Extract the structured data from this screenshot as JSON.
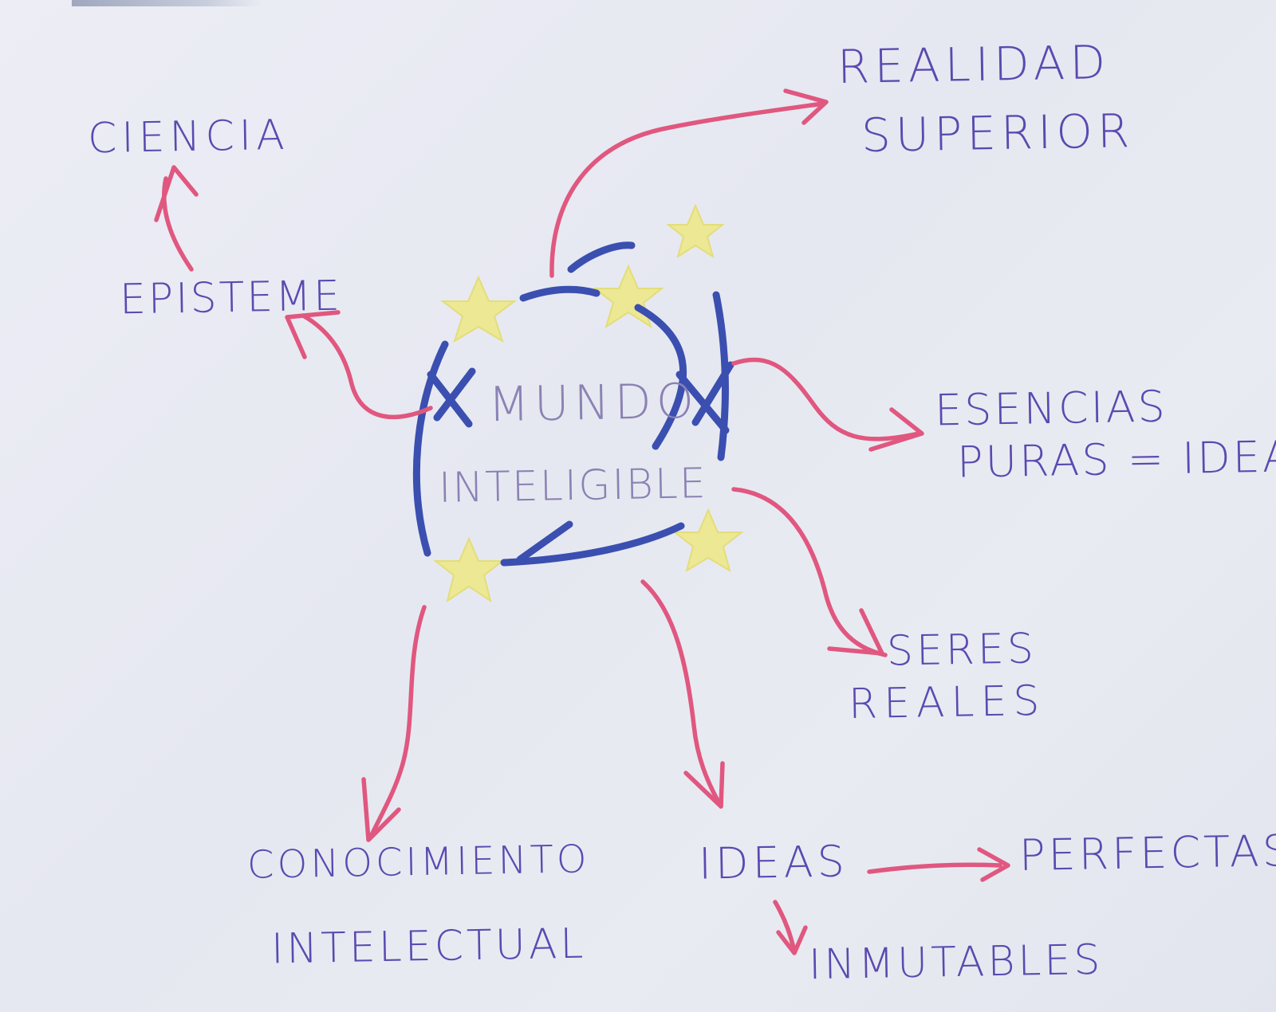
{
  "center": {
    "line1": "MUNDO",
    "line2": "INTELIGIBLE"
  },
  "nodes": {
    "realidad": "REALIDAD",
    "superior": "SUPERIOR",
    "ciencia": "CIENCIA",
    "episteme": "EPISTEME",
    "esencias": "ESENCIAS",
    "puras_ideas": "PURAS = IDEA",
    "seres": "SERES",
    "reales": "REALES",
    "conocimiento": "CONOCIMIENTO",
    "intelectual": "INTELECTUAL",
    "ideas": "IDEAS",
    "perfectas": "PERFECTAS",
    "inmutables": "INMUTABLES"
  },
  "colors": {
    "ink_text": "#5a4ab0",
    "ink_arrow": "#e0577f",
    "ink_circle": "#3b4fb0",
    "ink_star": "#ede88a",
    "paper": "#e9eaf1"
  }
}
